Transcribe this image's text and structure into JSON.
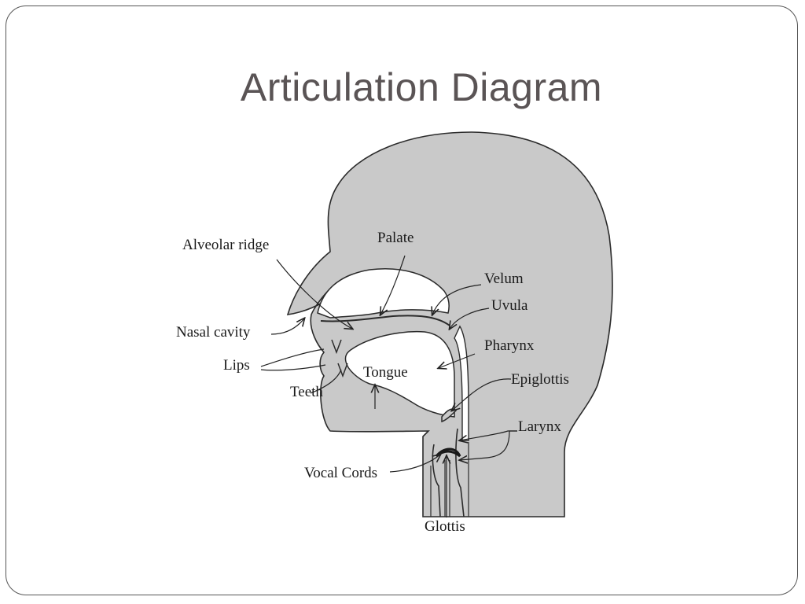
{
  "title": "Articulation Diagram",
  "labels": {
    "alveolar_ridge": "Alveolar ridge",
    "palate": "Palate",
    "velum": "Velum",
    "uvula": "Uvula",
    "nasal_cavity": "Nasal cavity",
    "pharynx": "Pharynx",
    "lips": "Lips",
    "tongue": "Tongue",
    "epiglottis": "Epiglottis",
    "teeth": "Teeth",
    "larynx": "Larynx",
    "vocal_cords": "Vocal Cords",
    "glottis": "Glottis"
  },
  "colors": {
    "anatomy_fill": "#c9c9c9",
    "outline": "#2b2b2b",
    "title": "#5a5455"
  }
}
